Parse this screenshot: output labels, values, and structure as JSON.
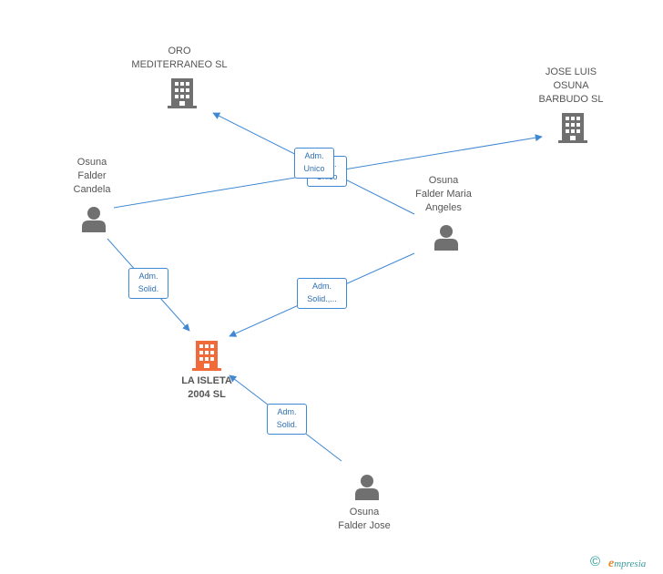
{
  "nodes": {
    "oro": {
      "lines": [
        "ORO",
        "MEDITERRANEO SL"
      ],
      "type": "company"
    },
    "jose_luis": {
      "lines": [
        "JOSE LUIS",
        "OSUNA",
        "BARBUDO SL"
      ],
      "type": "company"
    },
    "candela": {
      "lines": [
        "Osuna",
        "Falder",
        "Candela"
      ],
      "type": "person"
    },
    "maria": {
      "lines": [
        "Osuna",
        "Falder Maria",
        "Angeles"
      ],
      "type": "person"
    },
    "isleta": {
      "lines": [
        "LA ISLETA",
        "2004  SL"
      ],
      "type": "company-main"
    },
    "jose": {
      "lines": [
        "Osuna",
        "Falder Jose"
      ],
      "type": "person"
    }
  },
  "edges": {
    "adm_unico_front": {
      "lines": [
        "Adm.",
        "Unico"
      ]
    },
    "adm_unico_back": {
      "lines": [
        "Adm.",
        "Unico"
      ]
    },
    "candela_isleta": {
      "lines": [
        "Adm.",
        "Solid."
      ]
    },
    "maria_isleta": {
      "lines": [
        "Adm.",
        "Solid.,..."
      ]
    },
    "jose_isleta": {
      "lines": [
        "Adm.",
        "Solid."
      ]
    }
  },
  "colors": {
    "edge": "#3f88d3",
    "icon": "#707070",
    "main_icon": "#f06a3a"
  },
  "footer": {
    "copyright": "©",
    "brand_first": "e",
    "brand_rest": "mpresia"
  }
}
